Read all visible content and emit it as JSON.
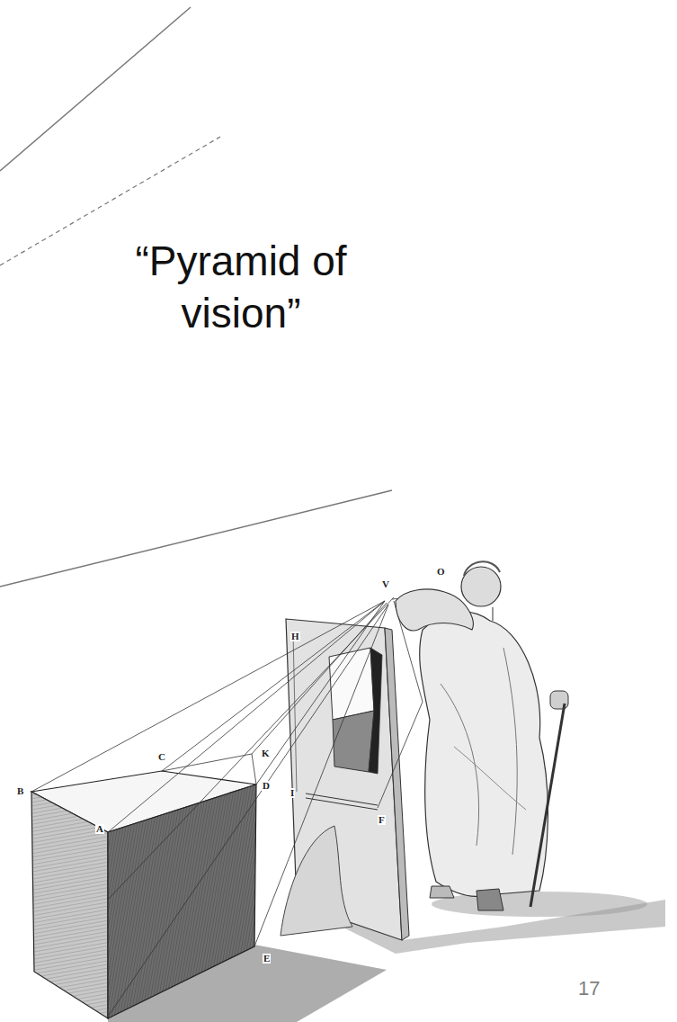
{
  "diagram": {
    "title": "“Pyramid of vision”",
    "labels": [
      "17",
      "V",
      "O",
      "H",
      "B",
      "C",
      "K",
      "D",
      "A",
      "E",
      "I",
      "F"
    ]
  }
}
